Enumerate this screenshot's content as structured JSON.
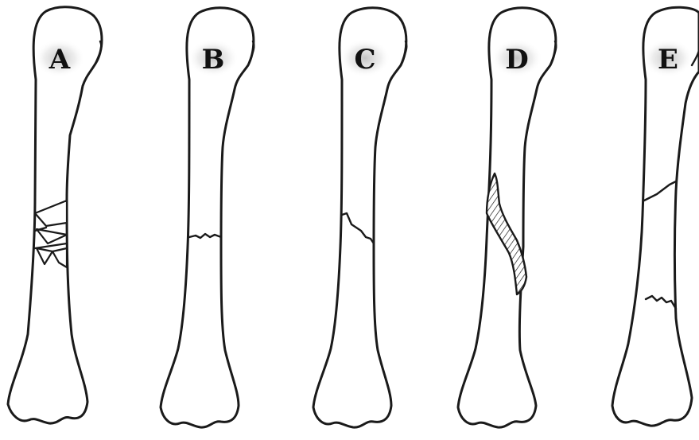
{
  "figure": {
    "panels": [
      {
        "label": "A",
        "fracture": "comminuted"
      },
      {
        "label": "B",
        "fracture": "transverse"
      },
      {
        "label": "C",
        "fracture": "oblique"
      },
      {
        "label": "D",
        "fracture": "spiral"
      },
      {
        "label": "E",
        "fracture": "segmental"
      }
    ]
  }
}
